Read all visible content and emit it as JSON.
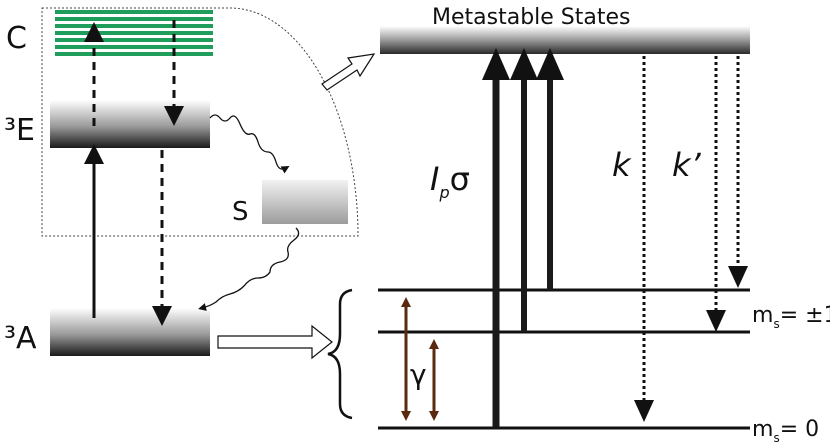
{
  "left": {
    "level_c": "C",
    "level_3e": "³E",
    "level_s": "S",
    "level_3a": "³A"
  },
  "right": {
    "metastable_label": "Metastable States",
    "rate_ip_italic": "I",
    "rate_ip_sub": "p",
    "rate_sigma": "σ",
    "rate_k": "k",
    "rate_k_prime": "k’",
    "gamma": "γ",
    "ms_pm1_main": "m",
    "ms_pm1_sub": "s",
    "ms_pm1_value": "= ±1",
    "ms_0_main": "m",
    "ms_0_sub": "s",
    "ms_0_value": "= 0"
  },
  "colors": {
    "green_band": "#1e9e5a",
    "brown_arrow": "#5a2a10",
    "dark_arrow": "#1a1a1a"
  }
}
